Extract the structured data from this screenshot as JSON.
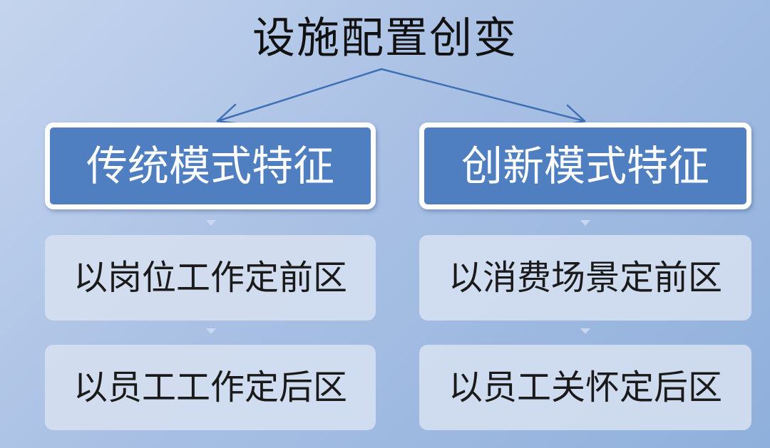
{
  "title": "设施配置创变",
  "columns": [
    {
      "header": "传统模式特征",
      "items": [
        "以岗位工作定前区",
        "以员工工作定后区"
      ]
    },
    {
      "header": "创新模式特征",
      "items": [
        "以消费场景定前区",
        "以员工关怀定后区"
      ]
    }
  ],
  "colors": {
    "header_fill": "#4f7fc0",
    "header_border": "#ffffff",
    "item_fill": "#d6e0f0",
    "arrow": "#3f6fb5"
  }
}
